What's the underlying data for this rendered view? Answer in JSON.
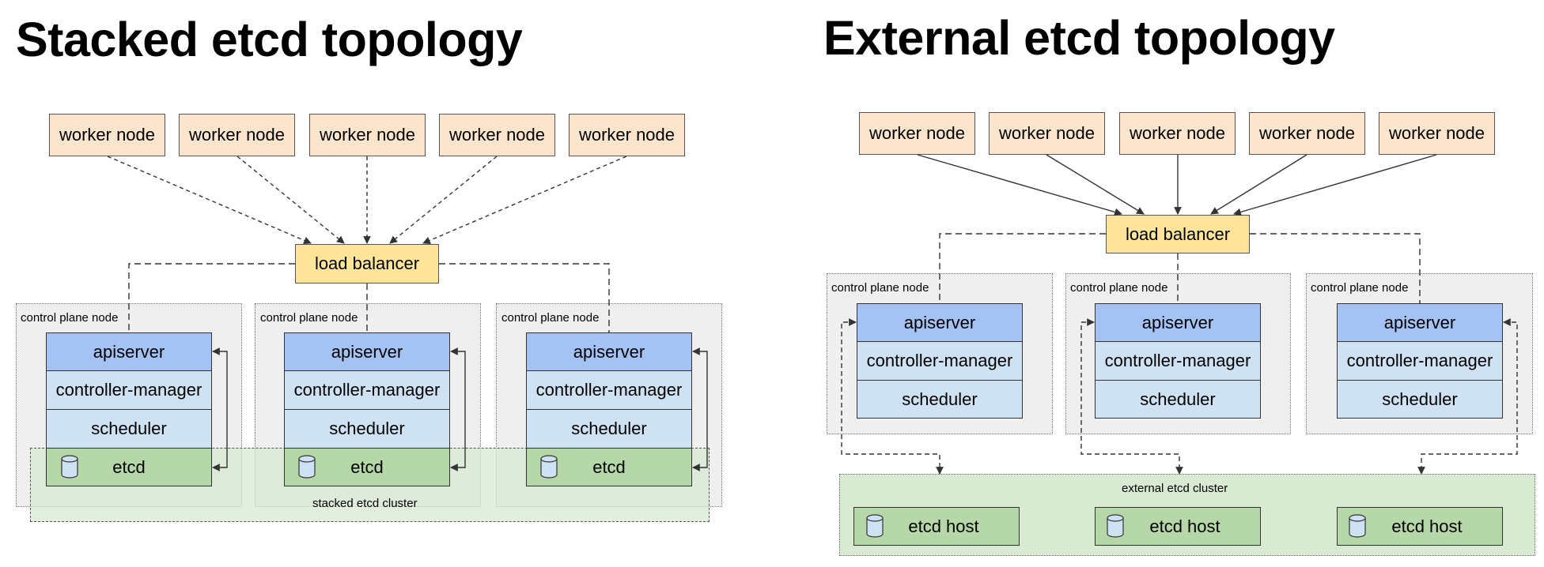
{
  "stacked": {
    "title": "Stacked etcd topology",
    "workers": [
      "worker node",
      "worker node",
      "worker node",
      "worker node",
      "worker node"
    ],
    "load_balancer": "load balancer",
    "control_plane_label": "control plane node",
    "components": {
      "apiserver": "apiserver",
      "controller_manager": "controller-manager",
      "scheduler": "scheduler",
      "etcd": "etcd"
    },
    "cluster_label": "stacked etcd cluster"
  },
  "external": {
    "title": "External etcd topology",
    "workers": [
      "worker node",
      "worker node",
      "worker node",
      "worker node",
      "worker node"
    ],
    "load_balancer": "load balancer",
    "control_plane_label": "control plane node",
    "components": {
      "apiserver": "apiserver",
      "controller_manager": "controller-manager",
      "scheduler": "scheduler"
    },
    "cluster_label": "external etcd cluster",
    "etcd_host": "etcd host"
  },
  "colors": {
    "worker": "#fce5cd",
    "load_balancer": "#ffe599",
    "apiserver": "#a4c2f4",
    "component": "#cfe2f3",
    "etcd": "#b6d7a8",
    "cluster": "#d9ead3",
    "control_plane_bg": "#efefef"
  }
}
